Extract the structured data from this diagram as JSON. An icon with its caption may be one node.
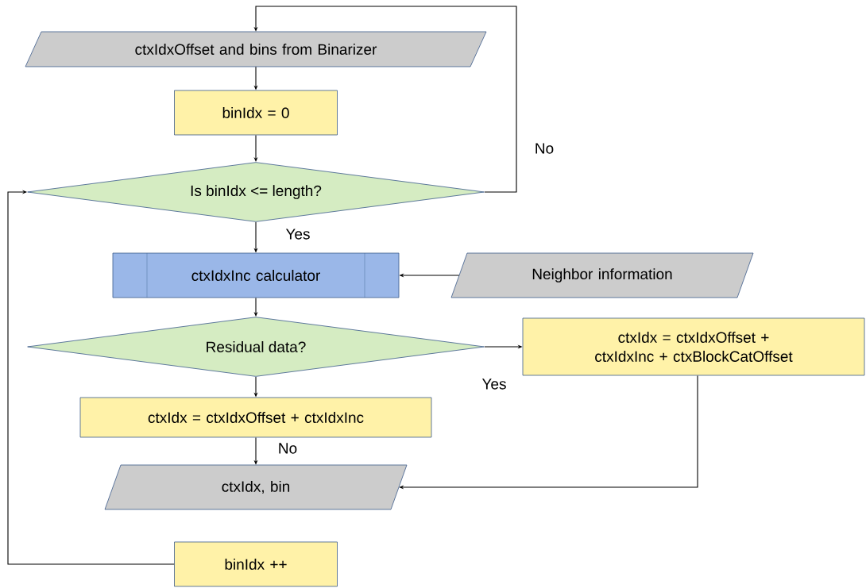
{
  "diagram": {
    "nodes": [
      {
        "text": [
          "ctxIdxOffset and bins from Binarizer"
        ]
      },
      {
        "text": [
          "binIdx = 0"
        ]
      },
      {
        "text": [
          "Is binIdx <= length?"
        ]
      },
      {
        "text": [
          "ctxIdxInc calculator"
        ]
      },
      {
        "text": [
          "Neighbor information"
        ]
      },
      {
        "text": [
          "Residual data?"
        ]
      },
      {
        "text": [
          "ctxIdx = ctxIdxOffset + ctxIdxInc + ctxBlockCatOffset"
        ]
      },
      {
        "text": [
          "ctxIdx = ctxIdxOffset + ctxIdxInc"
        ]
      },
      {
        "text": [
          "ctxIdx, bin"
        ]
      },
      {
        "text": [
          "binIdx ++"
        ]
      }
    ],
    "edges": [
      {
        "from": 0,
        "to": 1,
        "arrow": "to"
      },
      {
        "from": 1,
        "to": 2,
        "arrow": "to"
      },
      {
        "from": 2,
        "to": 3,
        "arrow": "to",
        "label": "Yes"
      },
      {
        "from": 2,
        "to": 0,
        "arrow": "to",
        "label": "No"
      },
      {
        "from": 4,
        "to": 3,
        "arrow": "to"
      },
      {
        "from": 3,
        "to": 5,
        "arrow": "to"
      },
      {
        "from": 5,
        "to": 6,
        "arrow": "to",
        "label": "Yes"
      },
      {
        "from": 5,
        "to": 7,
        "arrow": "to"
      },
      {
        "from": 7,
        "to": 8,
        "arrow": "to",
        "label": "No"
      },
      {
        "from": 6,
        "to": 8,
        "arrow": "to"
      },
      {
        "from": 9,
        "to": 2,
        "arrow": "to"
      }
    ]
  }
}
